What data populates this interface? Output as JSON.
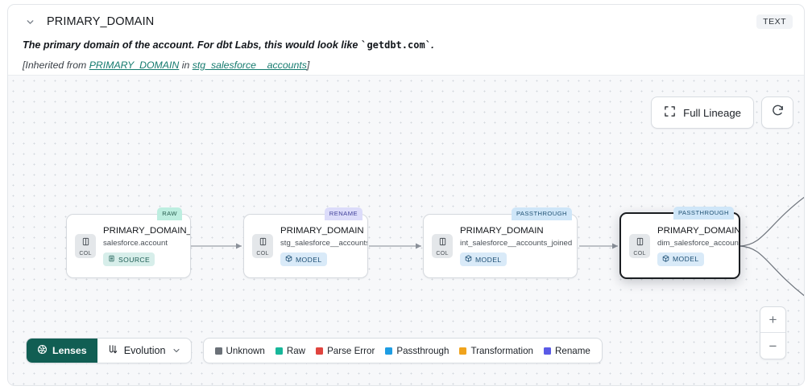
{
  "header": {
    "chevron_icon": "chevron-down-icon",
    "column_title": "PRIMARY_DOMAIN",
    "type_badge": "TEXT",
    "description": {
      "before": "The primary domain of the account. For dbt Labs, this would look like ",
      "code": "getdbt.com",
      "after": "."
    },
    "inherited": {
      "prefix": "[Inherited from ",
      "link_column": "PRIMARY_DOMAIN",
      "middle": " in ",
      "link_model": "stg_salesforce__accounts",
      "suffix": "]"
    }
  },
  "canvas": {
    "controls": {
      "full_lineage_label": "Full Lineage",
      "full_lineage_icon": "expand-brackets-icon",
      "refresh_icon": "refresh-icon",
      "zoom_in_label": "+",
      "zoom_out_label": "−"
    },
    "nodes": [
      {
        "name": "PRIMARY_DOMAIN__C",
        "subtitle": "salesforce.account",
        "kind": "SOURCE",
        "kind_icon": "database-icon",
        "chip": "COL",
        "chip_icon": "columns-icon",
        "tag": "RAW"
      },
      {
        "name": "PRIMARY_DOMAIN",
        "subtitle": "stg_salesforce__accounts",
        "kind": "MODEL",
        "kind_icon": "cube-icon",
        "chip": "COL",
        "chip_icon": "columns-icon",
        "tag": "RENAME"
      },
      {
        "name": "PRIMARY_DOMAIN",
        "subtitle": "int_salesforce__accounts_joined",
        "kind": "MODEL",
        "kind_icon": "cube-icon",
        "chip": "COL",
        "chip_icon": "columns-icon",
        "tag": "PASSTHROUGH"
      },
      {
        "name": "PRIMARY_DOMAIN",
        "subtitle": "dim_salesforce_accounts",
        "kind": "MODEL",
        "kind_icon": "cube-icon",
        "chip": "COL",
        "chip_icon": "columns-icon",
        "tag": "PASSTHROUGH"
      }
    ]
  },
  "toolbar": {
    "lenses_label": "Lenses",
    "lenses_icon": "aperture-icon",
    "evolution_label": "Evolution",
    "evolution_icon": "evolution-flow-icon",
    "evolution_chevron_icon": "chevron-down-icon",
    "legend": [
      {
        "label": "Unknown",
        "color": "#6b7178"
      },
      {
        "label": "Raw",
        "color": "#17b79a"
      },
      {
        "label": "Parse Error",
        "color": "#e0443e"
      },
      {
        "label": "Passthrough",
        "color": "#1e9de3"
      },
      {
        "label": "Transformation",
        "color": "#f0a31c"
      },
      {
        "label": "Rename",
        "color": "#5a5ae6"
      }
    ]
  },
  "colors": {
    "brand_teal": "#115e53",
    "link_teal": "#147a6e",
    "canvas_bg": "#f7f8fa"
  }
}
